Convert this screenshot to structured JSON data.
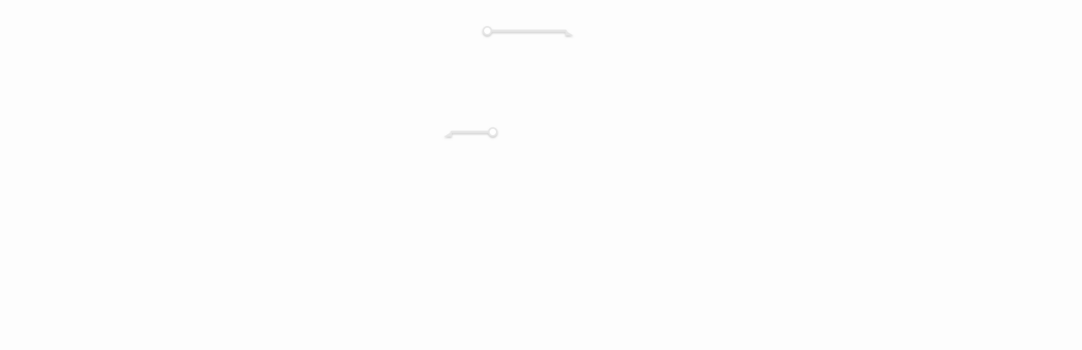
{
  "diagram": {
    "background_color": "#fdfdfd",
    "connector_color": "#e6e6e6",
    "shadow_color": "#cfcfcf",
    "connectors": [
      {
        "name": "connector-1",
        "start_marker": "circle",
        "end_marker": "arrow"
      },
      {
        "name": "connector-2",
        "start_marker": "arrow",
        "end_marker": "circle"
      }
    ]
  }
}
